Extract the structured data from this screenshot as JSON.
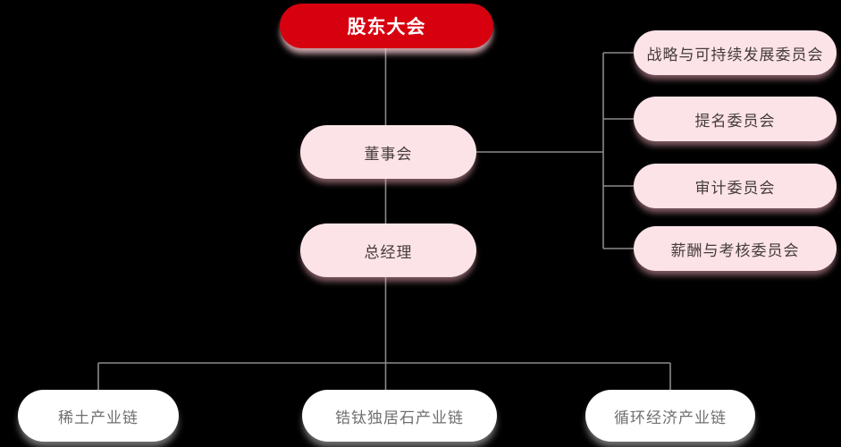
{
  "diagram": {
    "type": "org-chart",
    "background": "#000000",
    "colors": {
      "root_bg": "#d6000f",
      "root_text": "#ffffff",
      "pink_node_bg": "#fce3e8",
      "pink_node_text": "#453b3b",
      "white_node_bg": "#ffffff",
      "white_node_text": "#6f6f6f",
      "connector_line": "#8a8a8a"
    },
    "nodes": {
      "shareholders": {
        "label": "股东大会"
      },
      "board": {
        "label": "董事会"
      },
      "general_manager": {
        "label": "总经理"
      },
      "committees": [
        {
          "label": "战略与可持续发展委员会"
        },
        {
          "label": "提名委员会"
        },
        {
          "label": "审计委员会"
        },
        {
          "label": "薪酬与考核委员会"
        }
      ],
      "industry_chains": [
        {
          "label": "稀土产业链"
        },
        {
          "label": "锆钛独居石产业链"
        },
        {
          "label": "循环经济产业链"
        }
      ]
    },
    "edges": [
      {
        "from": "股东大会",
        "to": "董事会"
      },
      {
        "from": "董事会",
        "to": "总经理"
      },
      {
        "from": "董事会",
        "to": "战略与可持续发展委员会"
      },
      {
        "from": "董事会",
        "to": "提名委员会"
      },
      {
        "from": "董事会",
        "to": "审计委员会"
      },
      {
        "from": "董事会",
        "to": "薪酬与考核委员会"
      },
      {
        "from": "总经理",
        "to": "稀土产业链"
      },
      {
        "from": "总经理",
        "to": "锆钛独居石产业链"
      },
      {
        "from": "总经理",
        "to": "循环经济产业链"
      }
    ]
  }
}
